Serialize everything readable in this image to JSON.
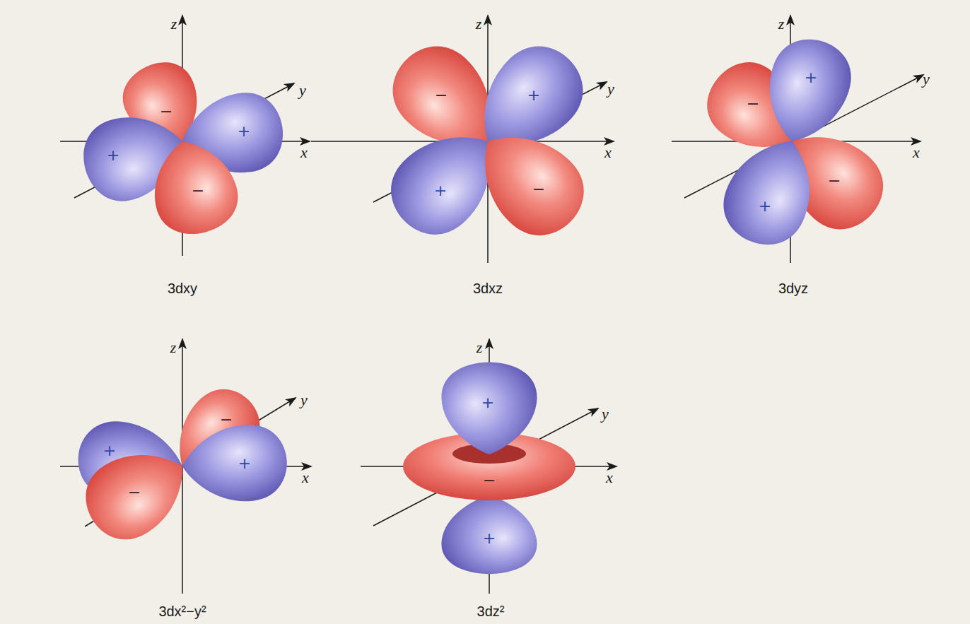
{
  "diagram": {
    "labels": [
      "z",
      "y",
      "x",
      "−",
      "+",
      "+",
      "−",
      "3dxy",
      "z",
      "y",
      "x",
      "−",
      "+",
      "+",
      "−",
      "3dxz",
      "z",
      "y",
      "x",
      "+",
      "−",
      "−",
      "+",
      "3dyz",
      "z",
      "y",
      "x",
      "−",
      "+",
      "+",
      "−",
      "3dx²−y²",
      "z",
      "y",
      "x",
      "+",
      "−",
      "+",
      "3dz²"
    ]
  }
}
